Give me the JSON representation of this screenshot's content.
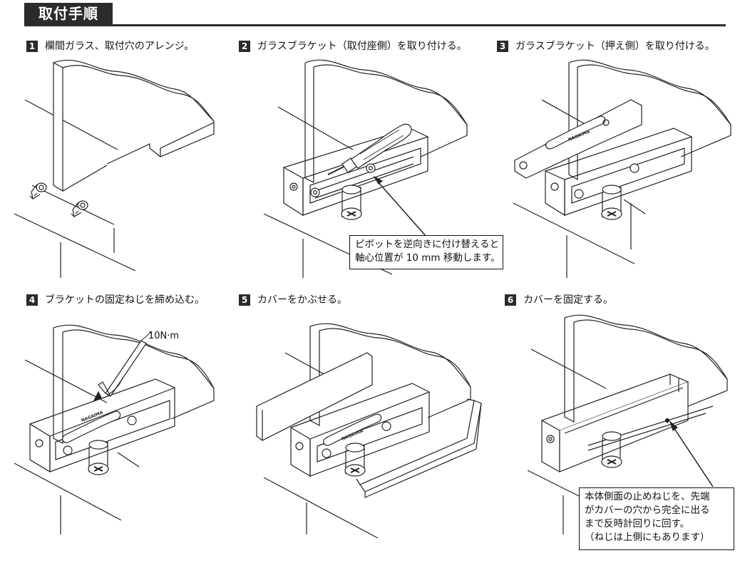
{
  "header": {
    "title": "取付手順"
  },
  "steps": [
    {
      "num": "1",
      "text": "欄間ガラス、取付穴のアレンジ。"
    },
    {
      "num": "2",
      "text": "ガラスブラケット（取付座側）を取り付ける。",
      "callout": [
        "ピボットを逆向きに付け替えると",
        "軸心位置が 10 mm 移動します。"
      ]
    },
    {
      "num": "3",
      "text": "ガラスブラケット（押え側）を取り付ける。"
    },
    {
      "num": "4",
      "text": "ブラケットの固定ねじを締め込む。",
      "torque": "10N·m"
    },
    {
      "num": "5",
      "text": "カバーをかぶせる。"
    },
    {
      "num": "6",
      "text": "カバーを固定する。",
      "callout": [
        "本体側面の止めねじを、先端",
        "がカバーの穴から完全に出る",
        "まで反時計回りに回す。",
        "（ねじは上側にもあります）"
      ]
    }
  ],
  "brand": "NAGAIMA"
}
